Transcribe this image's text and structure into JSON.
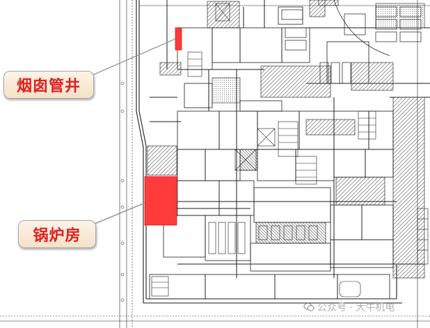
{
  "annotations": {
    "chimney_shaft": "烟囱管井",
    "boiler_room": "锅炉房"
  },
  "colors": {
    "highlight": "#ff3b3b",
    "callout_text": "#e02020",
    "callout_bg": "#f8ead6",
    "linework": "#1a1a1a",
    "hatch": "#6e6e6e"
  },
  "watermark": {
    "icon": "wechat-icon",
    "text": "公众号 · 大牛机电"
  }
}
